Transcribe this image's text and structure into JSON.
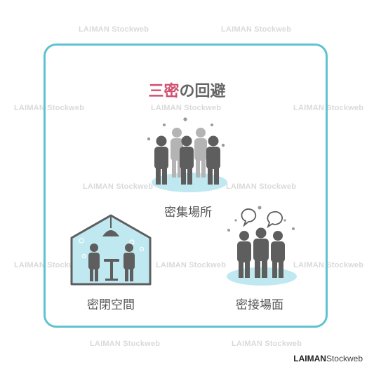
{
  "title": {
    "part1": "三密",
    "part2": "の回避"
  },
  "sections": {
    "crowded": {
      "label": "密集場所"
    },
    "closed": {
      "label": "密閉空間"
    },
    "close_contact": {
      "label": "密接場面"
    }
  },
  "watermark": {
    "text": "LAIMAN Stockweb"
  },
  "footer": {
    "brand_bold": "LAIMAN",
    "brand_light": "Stockweb"
  },
  "colors": {
    "frame": "#5fc3cf",
    "accent": "#d1506f",
    "figure_dark": "#5e5e5e",
    "figure_light": "#b4b4b4",
    "floor": "#bfe8f1",
    "house_fill": "#bfe8f1"
  }
}
